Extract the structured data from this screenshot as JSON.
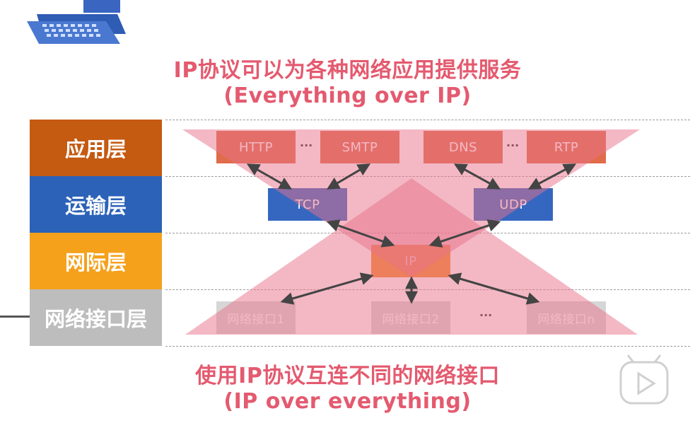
{
  "heading": {
    "line1": "IP协议可以为各种网络应用提供服务",
    "line2": "(Everything over IP)"
  },
  "footer": {
    "line1": "使用IP协议互连不同的网络接口",
    "line2": "(IP over everything)"
  },
  "layers": [
    {
      "label": "应用层",
      "color": "#c55a11"
    },
    {
      "label": "运输层",
      "color": "#2c62b8"
    },
    {
      "label": "网际层",
      "color": "#f5a11c"
    },
    {
      "label": "网络接口层",
      "color": "#bdbdbd"
    }
  ],
  "application_protocols": [
    "HTTP",
    "SMTP",
    "DNS",
    "RTP"
  ],
  "transport_protocols": [
    "TCP",
    "UDP"
  ],
  "network_protocol": "IP",
  "interfaces": [
    "网络接口1",
    "网络接口2",
    "网络接口n"
  ],
  "ellipsis": "···",
  "colors": {
    "app_box": "#e06c4a",
    "tcp_box": "#3567c1",
    "ip_box": "#f28c2e",
    "iface_box": "#d6d6d6",
    "triangle": "#e8728a",
    "title_text": "#e45a6f"
  }
}
